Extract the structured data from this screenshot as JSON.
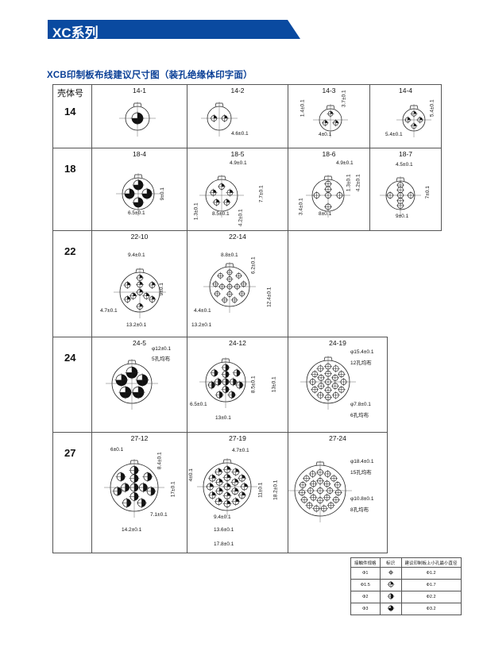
{
  "header": {
    "series_title": "XC系列",
    "subtitle": "XCB印制板布线建议尺寸图（装孔绝缘体印字面）",
    "accent": "#0a4aa0"
  },
  "table": {
    "shell_header": "壳体号",
    "rows": [
      {
        "shell": "14",
        "cells": [
          {
            "id": "14-1",
            "dims": []
          },
          {
            "id": "14-2",
            "dims": [
              "4.6±0.1"
            ]
          },
          {
            "id": "14-3",
            "dims": [
              "1.4±0.1",
              "3.7±0.1",
              "4±0.1"
            ]
          },
          {
            "id": "14-4",
            "dims": [
              "5.4±0.1",
              "5.4±0.1"
            ]
          }
        ]
      },
      {
        "shell": "18",
        "cells": [
          {
            "id": "18-4",
            "dims": [
              "9±0.1",
              "6.5±0.1"
            ]
          },
          {
            "id": "18-5",
            "dims": [
              "4.9±0.1",
              "1.3±0.1",
              "8.5±0.1",
              "4.2±0.1",
              "7.7±0.1"
            ]
          },
          {
            "id": "18-6",
            "dims": [
              "4.9±0.1",
              "1.3±0.1",
              "4.2±0.1",
              "3.4±0.1",
              "8±0.1"
            ]
          },
          {
            "id": "18-7",
            "dims": [
              "4.5±0.1",
              "7±0.1",
              "9±0.1"
            ]
          }
        ]
      },
      {
        "shell": "22",
        "cells": [
          {
            "id": "22-10",
            "dims": [
              "9.4±0.1",
              "9±0.1",
              "4.7±0.1",
              "13.2±0.1"
            ]
          },
          {
            "id": "22-14",
            "dims": [
              "8.8±0.1",
              "6.2±0.1",
              "12.4±0.1",
              "4.4±0.1",
              "13.2±0.1"
            ]
          }
        ]
      },
      {
        "shell": "24",
        "cells": [
          {
            "id": "24-5",
            "dims": [
              "φ12±0.1",
              "5孔均布"
            ]
          },
          {
            "id": "24-12",
            "dims": [
              "8.5±0.1",
              "13±0.1",
              "6.5±0.1",
              "13±0.1"
            ]
          },
          {
            "id": "24-19",
            "dims": [
              "φ15.4±0.1",
              "12孔均布",
              "φ7.8±0.1",
              "6孔均布"
            ]
          }
        ]
      },
      {
        "shell": "27",
        "cells": [
          {
            "id": "27-12",
            "dims": [
              "6±0.1",
              "8.4±0.1",
              "17±0.1",
              "7.1±0.1",
              "14.2±0.1"
            ]
          },
          {
            "id": "27-19",
            "dims": [
              "4.7±0.1",
              "4±0.1",
              "11±0.1",
              "18.2±0.1",
              "9.4±0.1",
              "13.6±0.1",
              "17.8±0.1"
            ]
          },
          {
            "id": "27-24",
            "dims": [
              "φ18.4±0.1",
              "15孔均布",
              "φ10.8±0.1",
              "8孔均布"
            ]
          }
        ]
      }
    ]
  },
  "legend": {
    "headers": [
      "接触件规格",
      "标识",
      "建议印制板上小孔最小直径"
    ],
    "rows": [
      {
        "spec": "Φ1",
        "symbol": "small-cross",
        "hole": "Φ1.2"
      },
      {
        "spec": "Φ1.5",
        "symbol": "quarter-filled",
        "hole": "Φ1.7"
      },
      {
        "spec": "Φ2",
        "symbol": "half-filled",
        "hole": "Φ2.2"
      },
      {
        "spec": "Φ3",
        "symbol": "three-quarter-filled",
        "hole": "Φ3.2"
      }
    ]
  }
}
